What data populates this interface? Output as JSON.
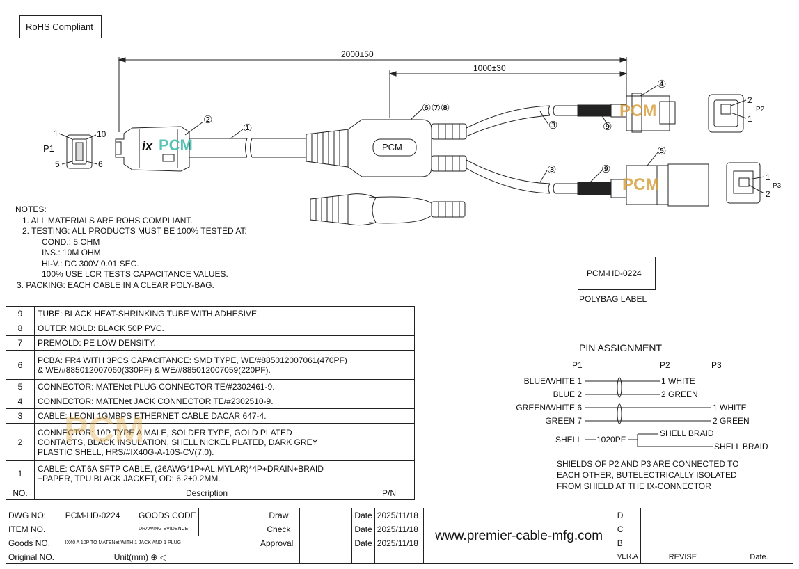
{
  "rohs": "RoHS Compliant",
  "dims": {
    "overall": "2000±50",
    "branch": "1000±30"
  },
  "balloons": [
    "①",
    "②",
    "③",
    "④",
    "⑤",
    "⑥⑦⑧",
    "⑨"
  ],
  "p1": {
    "label": "P1",
    "pin1": "1",
    "pin10": "10",
    "pin5": "5",
    "pin6": "6"
  },
  "p2": {
    "label": "P2",
    "pin2": "2",
    "pin1": "1"
  },
  "p3": {
    "label": "P3",
    "pin1": "1",
    "pin2": "2"
  },
  "plug_text": "ix",
  "logo": "PCM",
  "notes": [
    "NOTES:",
    "1. ALL MATERIALS ARE ROHS COMPLIANT.",
    "2. TESTING: ALL PRODUCTS MUST BE 100% TESTED AT:",
    "COND.: 5 OHM",
    "INS.: 10M OHM",
    "HI-V.: DC 300V 0.01 SEC.",
    "100% USE LCR TESTS CAPACITANCE VALUES.",
    "3. PACKING: EACH CABLE IN A CLEAR POLY-BAG."
  ],
  "label_box": "PCM-HD-0224",
  "label_caption": "POLYBAG LABEL",
  "materials": [
    {
      "no": "9",
      "desc": "TUBE: BLACK HEAT-SHRINKING TUBE WITH ADHESIVE."
    },
    {
      "no": "8",
      "desc": "OUTER MOLD: BLACK 50P PVC."
    },
    {
      "no": "7",
      "desc": "PREMOLD: PE LOW DENSITY."
    },
    {
      "no": "6",
      "desc": "PCBA: FR4 WITH 3PCS CAPACITANCE: SMD TYPE, WE/#885012007061(470PF)\n& WE/#885012007060(330PF) & WE/#885012007059(220PF)."
    },
    {
      "no": "5",
      "desc": "CONNECTOR: MATENet PLUG CONNECTOR TE/#2302461-9."
    },
    {
      "no": "4",
      "desc": "CONNECTOR: MATENet JACK CONNECTOR TE/#2302510-9."
    },
    {
      "no": "3",
      "desc": "CABLE: LEONI 1GMBPS ETHERNET CABLE DACAR 647-4."
    },
    {
      "no": "2",
      "desc": "CONNECTOR: 10P TYPE A MALE, SOLDER TYPE, GOLD PLATED\nCONTACTS, BLACK INSULATION, SHELL NICKEL PLATED, DARK GREY\nPLASTIC SHELL, HRS/#IX40G-A-10S-CV(7.0)."
    },
    {
      "no": "1",
      "desc": "CABLE: CAT.6A SFTP CABLE, (26AWG*1P+AL.MYLAR)*4P+DRAIN+BRAID\n+PAPER, TPU BLACK JACKET, OD: 6.2±0.2MM."
    }
  ],
  "mat_header": {
    "no": "NO.",
    "desc": "Description",
    "pn": "P/N"
  },
  "pins": {
    "title": "PIN  ASSIGNMENT",
    "heads": [
      "P1",
      "P2",
      "P3"
    ],
    "rows": [
      {
        "left": "BLUE/WHITE 1",
        "right": "1  WHITE"
      },
      {
        "left": "BLUE 2",
        "right": "2  GREEN"
      },
      {
        "left": "GREEN/WHITE 6",
        "right": "1  WHITE"
      },
      {
        "left": "GREEN 7",
        "right": "2  GREEN"
      }
    ],
    "shell": "SHELL",
    "cap": "1020PF",
    "braid1": "SHELL BRAID",
    "braid2": "SHELL BRAID",
    "note": [
      "SHIELDS OF P2 AND P3 ARE CONNECTED TO",
      "EACH OTHER, BUTELECTRICALLY ISOLATED",
      "FROM SHIELD AT THE IX-CONNECTOR"
    ]
  },
  "title_block": {
    "dwg_no_l": "DWG NO:",
    "dwg_no": "PCM-HD-0224",
    "goods_code": "GOODS CODE",
    "item_no_l": "ITEM NO.",
    "drawing_evidence": "DRAWING EVIDENCE",
    "goods_no_l": "Goods NO.",
    "goods_no": "IX40 A 10P TO MATENet WITH 1 JACK AND 1 PLUG",
    "original_l": "Original NO.",
    "unit": "Unit(mm)",
    "draw": "Draw",
    "check": "Check",
    "approval": "Approval",
    "date": "Date",
    "d1": "2025/11/18",
    "d2": "2025/11/18",
    "d3": "2025/11/18",
    "website": "www.premier-cable-mfg.com",
    "rev_d": "D",
    "rev_c": "C",
    "rev_b": "B",
    "ver": "VER.A",
    "revise": "REVISE",
    "date_h": "Date."
  }
}
